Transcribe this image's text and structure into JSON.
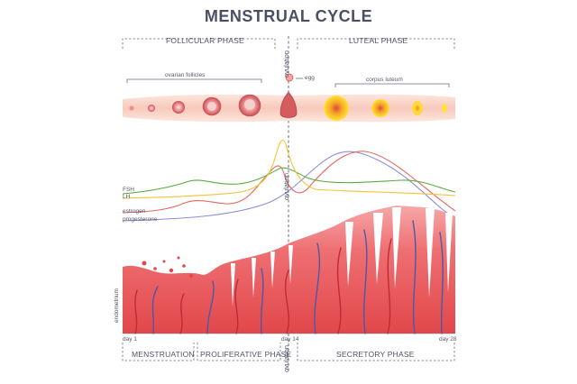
{
  "title": "MENSTRUAL CYCLE",
  "top_phases": {
    "left": "FOLLICULAR PHASE",
    "right": "LUTEAL PHASE"
  },
  "ovulation_label": "ovulation",
  "ovary": {
    "follicles_label": "ovarian follicles",
    "egg_label": "egg",
    "corpus_luteum_label": "corpus luteum"
  },
  "hormones": {
    "labels": [
      "FSH",
      "LH",
      "estrogen",
      "progesterone"
    ]
  },
  "endometrium_label": "endometrium",
  "days": {
    "start": "day 1",
    "mid": "day 14",
    "end": "day 28"
  },
  "bottom_phases": {
    "menstruation": "MENSTRUATION",
    "proliferative": "PROLIFERATIVE PHASE",
    "secretory": "SECRETORY PHASE"
  },
  "colors": {
    "fsh": "#5aab3e",
    "lh": "#f2c434",
    "estrogen": "#e8675e",
    "progesterone": "#8b8fd8",
    "tissue": "#e2474a",
    "vessel_blue": "#4b59a6"
  }
}
